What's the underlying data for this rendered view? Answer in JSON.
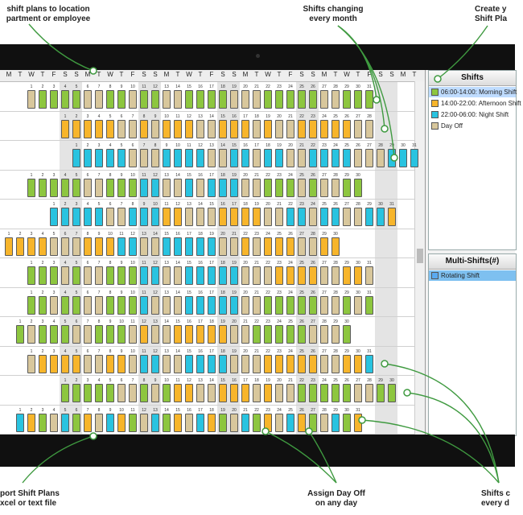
{
  "callouts": {
    "shift_plans": [
      "shift plans to location",
      "partment or employee"
    ],
    "changing": [
      "Shifts changing",
      "every month"
    ],
    "create": [
      "Create y",
      "Shift Pla"
    ],
    "export": [
      "port Shift Plans",
      "xcel or text file"
    ],
    "dayoff": [
      "Assign Day Off",
      "on any day"
    ],
    "shifts_c": [
      "Shifts c",
      "every d"
    ]
  },
  "colors": {
    "green": "#8dc63f",
    "orange": "#f7b52b",
    "cyan": "#29c3e0",
    "tan": "#d8c79c",
    "selected": "#5aaaf0",
    "bezel": "#101010",
    "callout_line": "#3f9a40"
  },
  "day_letters": [
    "M",
    "T",
    "W",
    "T",
    "F",
    "S",
    "S",
    "M",
    "T",
    "W",
    "T",
    "F",
    "S",
    "S",
    "M",
    "T",
    "W",
    "T",
    "F",
    "S",
    "S",
    "M",
    "T",
    "W",
    "T",
    "F",
    "S",
    "S",
    "M",
    "T",
    "W",
    "T",
    "F",
    "S",
    "S",
    "M",
    "T"
  ],
  "rows": [
    {
      "start": 2,
      "days": 31,
      "pattern": "g"
    },
    {
      "start": 5,
      "days": 28,
      "pattern": "o"
    },
    {
      "start": 6,
      "days": 31,
      "pattern": "c"
    },
    {
      "start": 2,
      "days": 30,
      "pattern": "gc"
    },
    {
      "start": 4,
      "days": 31,
      "pattern": "co"
    },
    {
      "start": 0,
      "days": 30,
      "pattern": "oc"
    },
    {
      "start": 2,
      "days": 31,
      "pattern": "gco"
    },
    {
      "start": 2,
      "days": 31,
      "pattern": "gcg"
    },
    {
      "start": 1,
      "days": 30,
      "pattern": "go"
    },
    {
      "start": 2,
      "days": 31,
      "pattern": "oc"
    },
    {
      "start": 5,
      "days": 30,
      "pattern": "go"
    },
    {
      "start": 1,
      "days": 31,
      "pattern": "mix"
    }
  ],
  "shifts_panel": {
    "title": "Shifts",
    "items": [
      {
        "label": "06:00-14:00: Morning Shift",
        "color": "#8dc63f"
      },
      {
        "label": "14:00-22:00: Afternoon Shift",
        "color": "#f7b52b"
      },
      {
        "label": "22:00-06:00: Night Shift",
        "color": "#29c3e0"
      },
      {
        "label": "Day Off",
        "color": "#d8c79c"
      }
    ]
  },
  "multi_panel": {
    "title": "Multi-Shifts(#)",
    "items": [
      {
        "label": "Rotating Shift",
        "color": "#5aaaf0"
      }
    ]
  }
}
